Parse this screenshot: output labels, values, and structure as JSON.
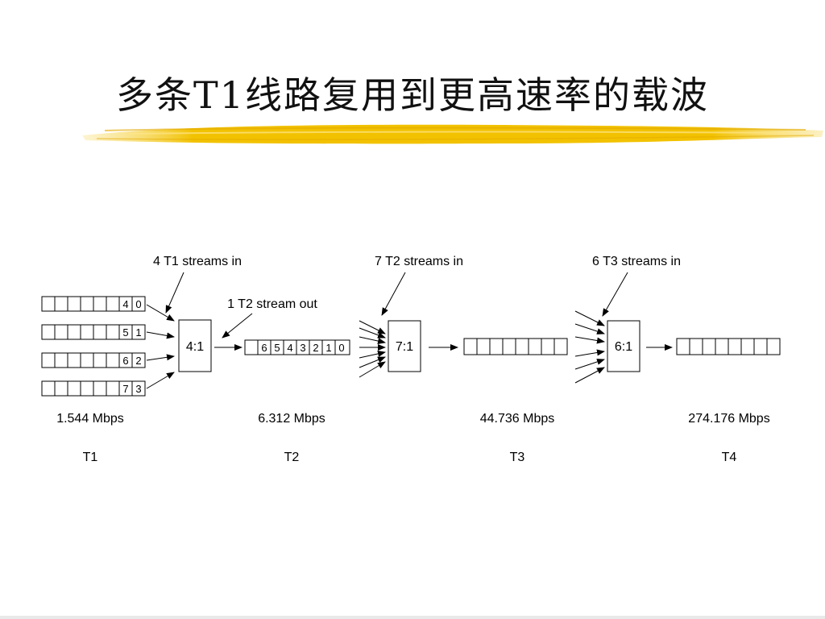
{
  "slide": {
    "title": "多条T1线路复用到更高速率的载波"
  },
  "annotations": {
    "t1_in": "4 T1 streams in",
    "t2_out": "1 T2 stream out",
    "t2_in": "7 T2 streams in",
    "t3_in": "6 T3 streams in"
  },
  "multiplexers": [
    {
      "ratio": "4:1"
    },
    {
      "ratio": "7:1"
    },
    {
      "ratio": "6:1"
    }
  ],
  "t1_streams": [
    [
      "4",
      "0"
    ],
    [
      "5",
      "1"
    ],
    [
      "6",
      "2"
    ],
    [
      "7",
      "3"
    ]
  ],
  "t2_stream": [
    "6",
    "5",
    "4",
    "3",
    "2",
    "1",
    "0"
  ],
  "rates": [
    {
      "rate": "1.544 Mbps",
      "name": "T1"
    },
    {
      "rate": "6.312 Mbps",
      "name": "T2"
    },
    {
      "rate": "44.736 Mbps",
      "name": "T3"
    },
    {
      "rate": "274.176 Mbps",
      "name": "T4"
    }
  ],
  "colors": {
    "brush": "#f2c200",
    "line": "#000000"
  }
}
